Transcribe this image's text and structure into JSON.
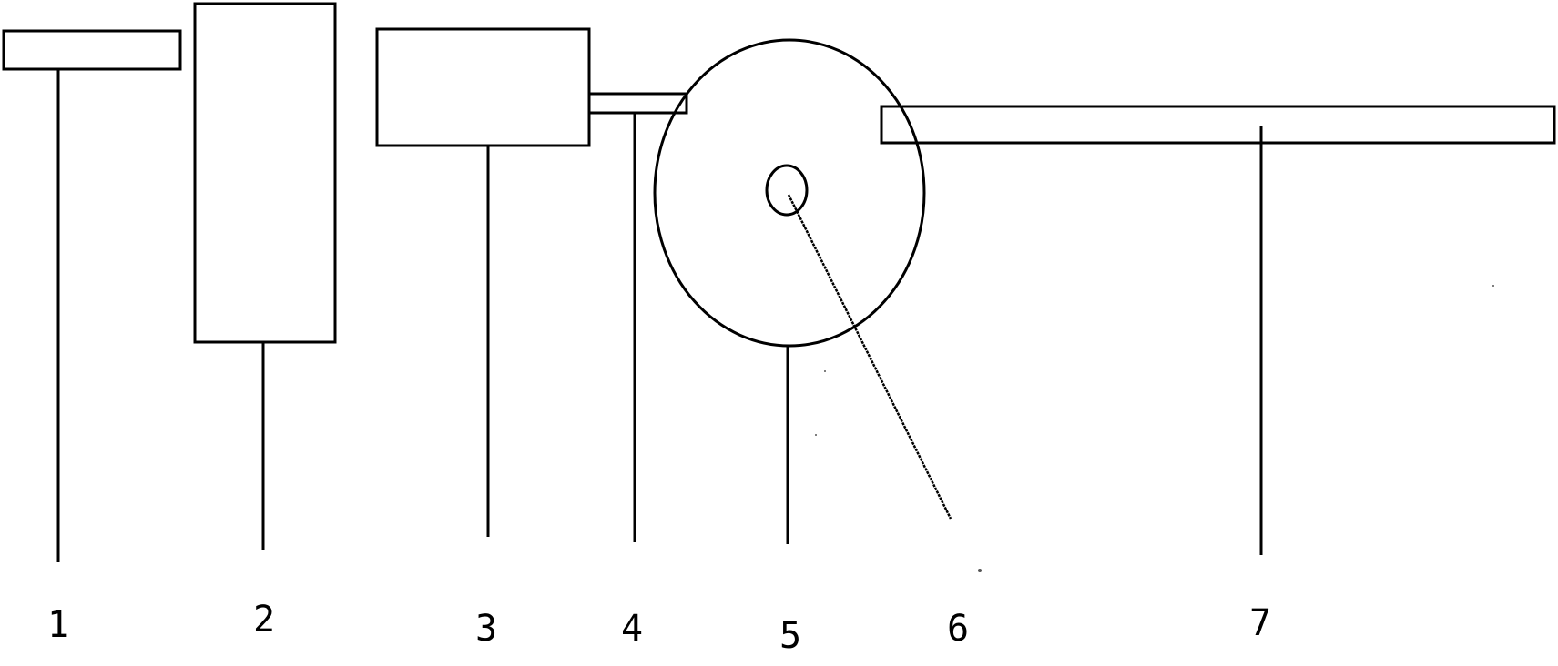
{
  "diagram": {
    "labels": {
      "part1": "1",
      "part2": "2",
      "part3": "3",
      "part4": "4",
      "part5": "5",
      "part6": "6",
      "part7": "7"
    }
  }
}
